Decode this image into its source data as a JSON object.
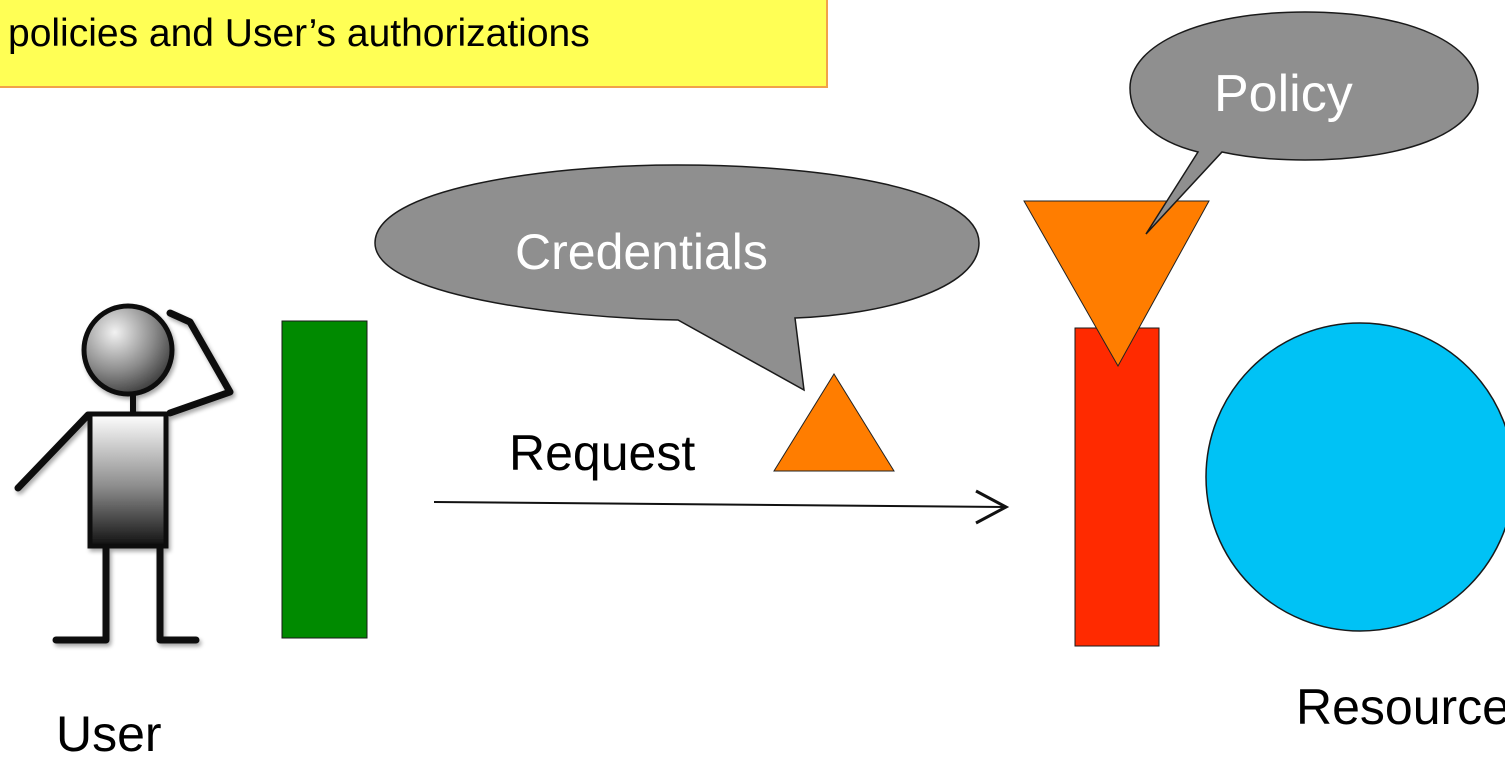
{
  "banner": {
    "text": "policies and User’s authorizations"
  },
  "labels": {
    "user": "User",
    "resource": "Resource",
    "request": "Request"
  },
  "bubbles": {
    "credentials": "Credentials",
    "policy": "Policy"
  },
  "colors": {
    "banner_fill": "#ffff55",
    "banner_border": "#f2a14a",
    "bubble_fill": "#8f8f8f",
    "gate_user": "#008a00",
    "gate_resource": "#ff2a00",
    "token_orange": "#ff7d00",
    "resource_circle": "#00c2f5"
  },
  "icons": {
    "user": "thinking-person-icon",
    "credential_token": "triangle-icon",
    "policy_token": "inverted-triangle-icon",
    "resource": "circle-icon"
  }
}
